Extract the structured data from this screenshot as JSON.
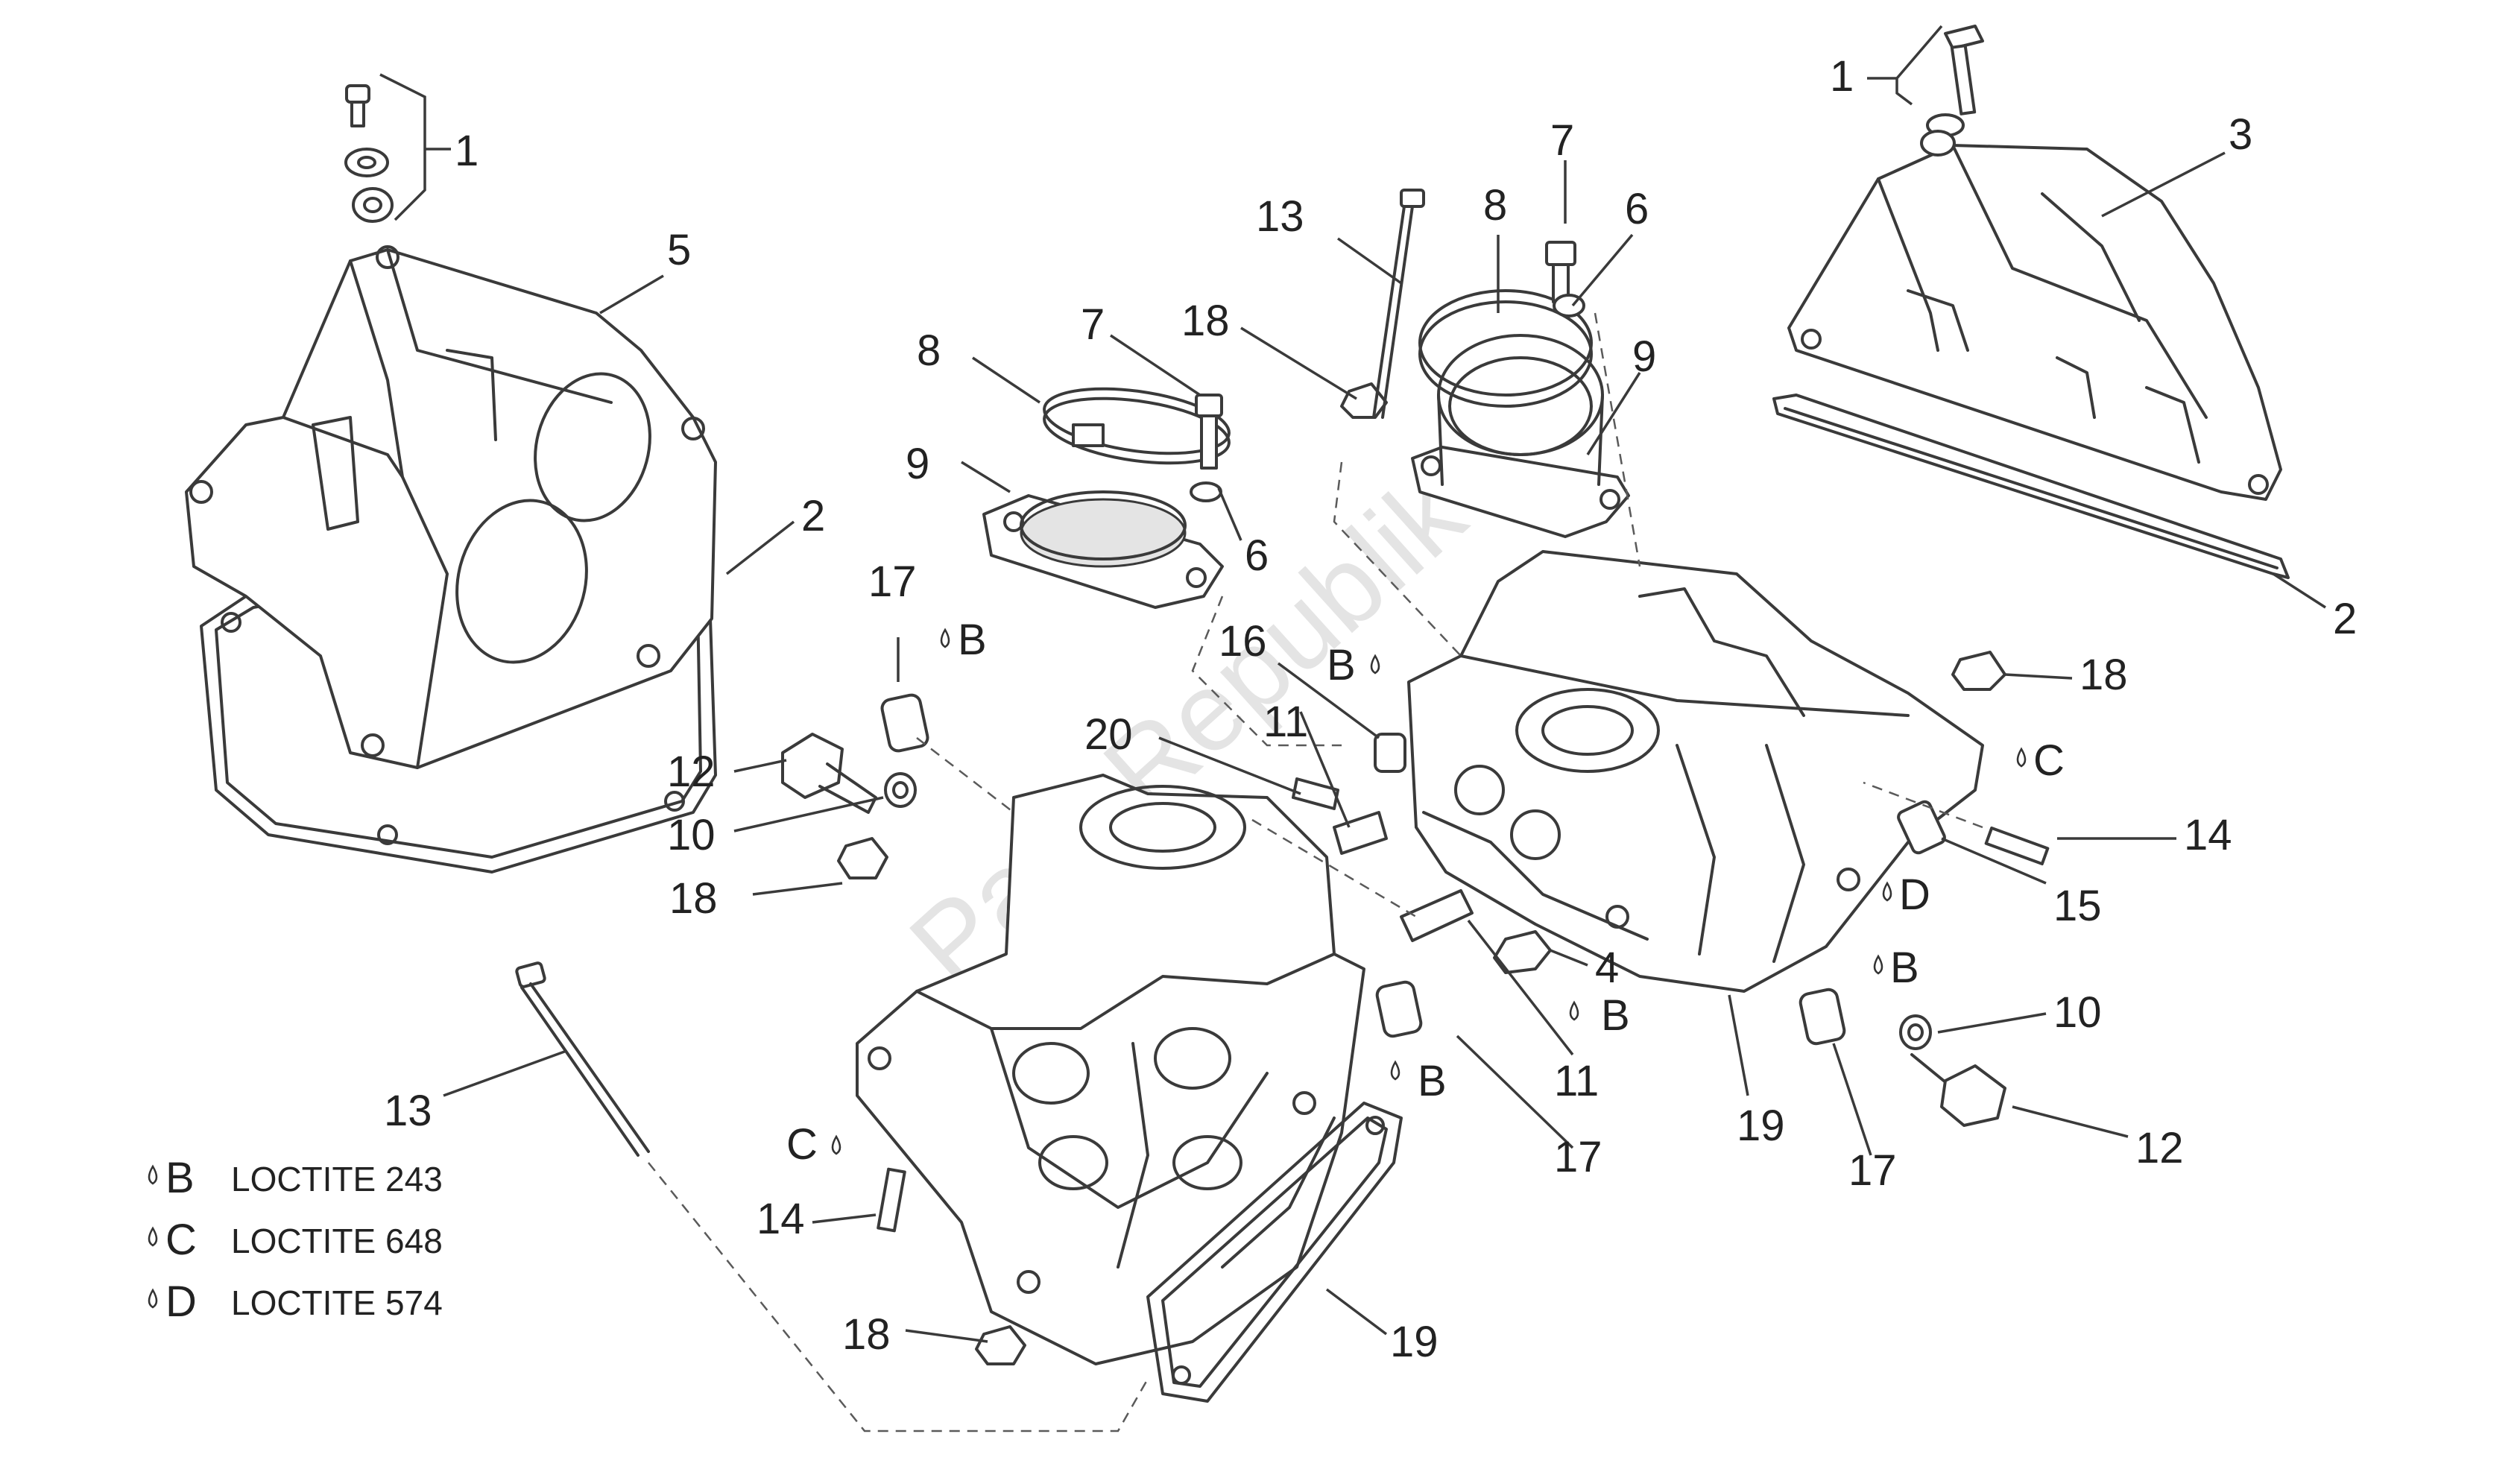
{
  "watermark": "PartsRepublik",
  "callouts": [
    {
      "id": "c1a",
      "text": "1"
    },
    {
      "id": "c5",
      "text": "5"
    },
    {
      "id": "c2a",
      "text": "2"
    },
    {
      "id": "c1b",
      "text": "1"
    },
    {
      "id": "c3",
      "text": "3"
    },
    {
      "id": "c2b",
      "text": "2"
    },
    {
      "id": "c7a",
      "text": "7"
    },
    {
      "id": "c8a",
      "text": "8"
    },
    {
      "id": "c6a",
      "text": "6"
    },
    {
      "id": "c9a",
      "text": "9"
    },
    {
      "id": "c13a",
      "text": "13"
    },
    {
      "id": "c18a",
      "text": "18"
    },
    {
      "id": "c8b",
      "text": "8"
    },
    {
      "id": "c7b",
      "text": "7"
    },
    {
      "id": "c9b",
      "text": "9"
    },
    {
      "id": "c6b",
      "text": "6"
    },
    {
      "id": "c17a",
      "text": "17"
    },
    {
      "id": "c16",
      "text": "16"
    },
    {
      "id": "c20",
      "text": "20"
    },
    {
      "id": "c11a",
      "text": "11"
    },
    {
      "id": "c12a",
      "text": "12"
    },
    {
      "id": "c10a",
      "text": "10"
    },
    {
      "id": "c18b",
      "text": "18"
    },
    {
      "id": "c18c",
      "text": "18"
    },
    {
      "id": "c14a",
      "text": "14"
    },
    {
      "id": "c15",
      "text": "15"
    },
    {
      "id": "c4",
      "text": "4"
    },
    {
      "id": "c10b",
      "text": "10"
    },
    {
      "id": "c11b",
      "text": "11"
    },
    {
      "id": "c17b",
      "text": "17"
    },
    {
      "id": "c19a",
      "text": "19"
    },
    {
      "id": "c17c",
      "text": "17"
    },
    {
      "id": "c12b",
      "text": "12"
    },
    {
      "id": "c13b",
      "text": "13"
    },
    {
      "id": "c14b",
      "text": "14"
    },
    {
      "id": "c18d",
      "text": "18"
    },
    {
      "id": "c19b",
      "text": "19"
    }
  ],
  "adhesive_marks": [
    {
      "id": "m1",
      "text": "B"
    },
    {
      "id": "m2",
      "text": "B"
    },
    {
      "id": "m3",
      "text": "C"
    },
    {
      "id": "m4",
      "text": "D"
    },
    {
      "id": "m5",
      "text": "B"
    },
    {
      "id": "m6",
      "text": "B"
    },
    {
      "id": "m7",
      "text": "B"
    },
    {
      "id": "m8",
      "text": "C"
    }
  ],
  "legend": [
    {
      "key": "B",
      "text": "LOCTITE 243"
    },
    {
      "key": "C",
      "text": "LOCTITE 648"
    },
    {
      "key": "D",
      "text": "LOCTITE 574"
    }
  ]
}
